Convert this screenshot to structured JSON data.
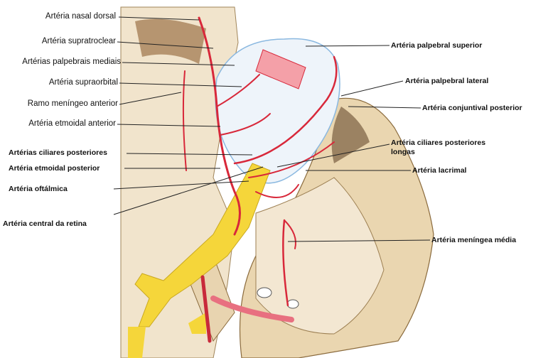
{
  "labels_left": [
    {
      "id": "nasal-dorsal",
      "text": "Artéria nasal dorsal"
    },
    {
      "id": "supratroclear",
      "text": "Artéria supratroclear"
    },
    {
      "id": "palpebrais-mediais",
      "text": "Artérias palpebrais mediais"
    },
    {
      "id": "supraorbital",
      "text": "Artéria supraorbital"
    },
    {
      "id": "ramo-meningeo",
      "text": "Ramo meníngeo anterior"
    },
    {
      "id": "etmoidal-anterior",
      "text": "Artéria etmoidal anterior"
    },
    {
      "id": "ciliares-posteriores",
      "text": "Artérias ciliares posteriores"
    },
    {
      "id": "etmoidal-posterior",
      "text": "Artéria  etmoidal posterior"
    },
    {
      "id": "oftalmica",
      "text": "Artéria oftálmica"
    },
    {
      "id": "central-retina",
      "text": "Artéria central da retina"
    }
  ],
  "labels_right": [
    {
      "id": "palpebral-superior",
      "text": "Artéria  palpebral superior"
    },
    {
      "id": "palpebral-lateral",
      "text": "Artéria  palpebral lateral"
    },
    {
      "id": "conjuntival-posterior",
      "text": "Artéria  conjuntival posterior"
    },
    {
      "id": "ciliares-longas",
      "text": "Artéria  ciliares posteriores longas"
    },
    {
      "id": "lacrimal",
      "text": "Artéria  lacrimal"
    },
    {
      "id": "meningea-media",
      "text": "Artéria  meníngea média"
    }
  ],
  "colors": {
    "artery": "#d8283a",
    "bone": "#e6cfa6",
    "bone_edge": "#8a6a3c",
    "nerve": "#f5d63a",
    "eyeball": "#eef4fa",
    "eyeball_edge": "#8ab8e0",
    "leader": "#222222"
  }
}
